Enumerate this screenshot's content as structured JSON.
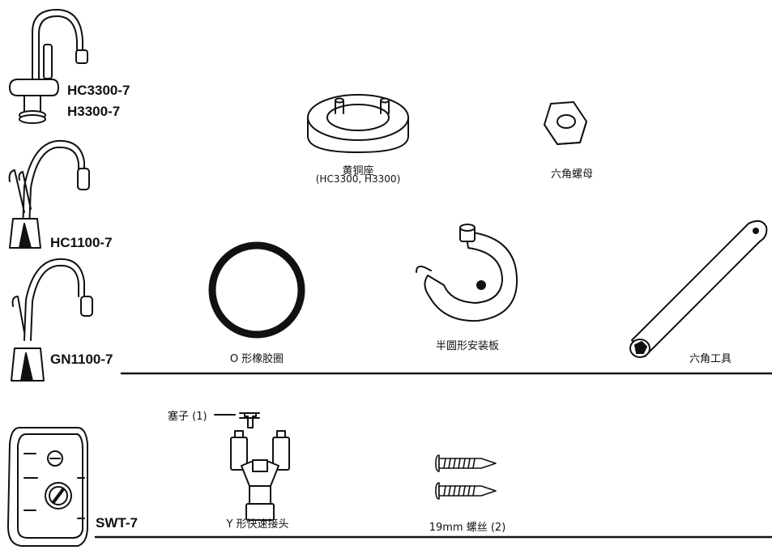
{
  "models": {
    "hc3300": "HC3300-7",
    "h3300": "H3300-7",
    "hc1100": "HC1100-7",
    "gn1100": "GN1100-7",
    "swt": "SWT-7"
  },
  "parts": {
    "brass_base": {
      "name": "黄铜座",
      "note": "(HC3300, H3300)"
    },
    "hex_nut": "六角螺母",
    "o_ring": "O 形橡胶圈",
    "half_plate": "半圆形安装板",
    "hex_tool": "六角工具",
    "plug": "塞子 (1)",
    "y_connector": "Y 形快速接头",
    "screws": "19mm 螺丝 (2)"
  }
}
